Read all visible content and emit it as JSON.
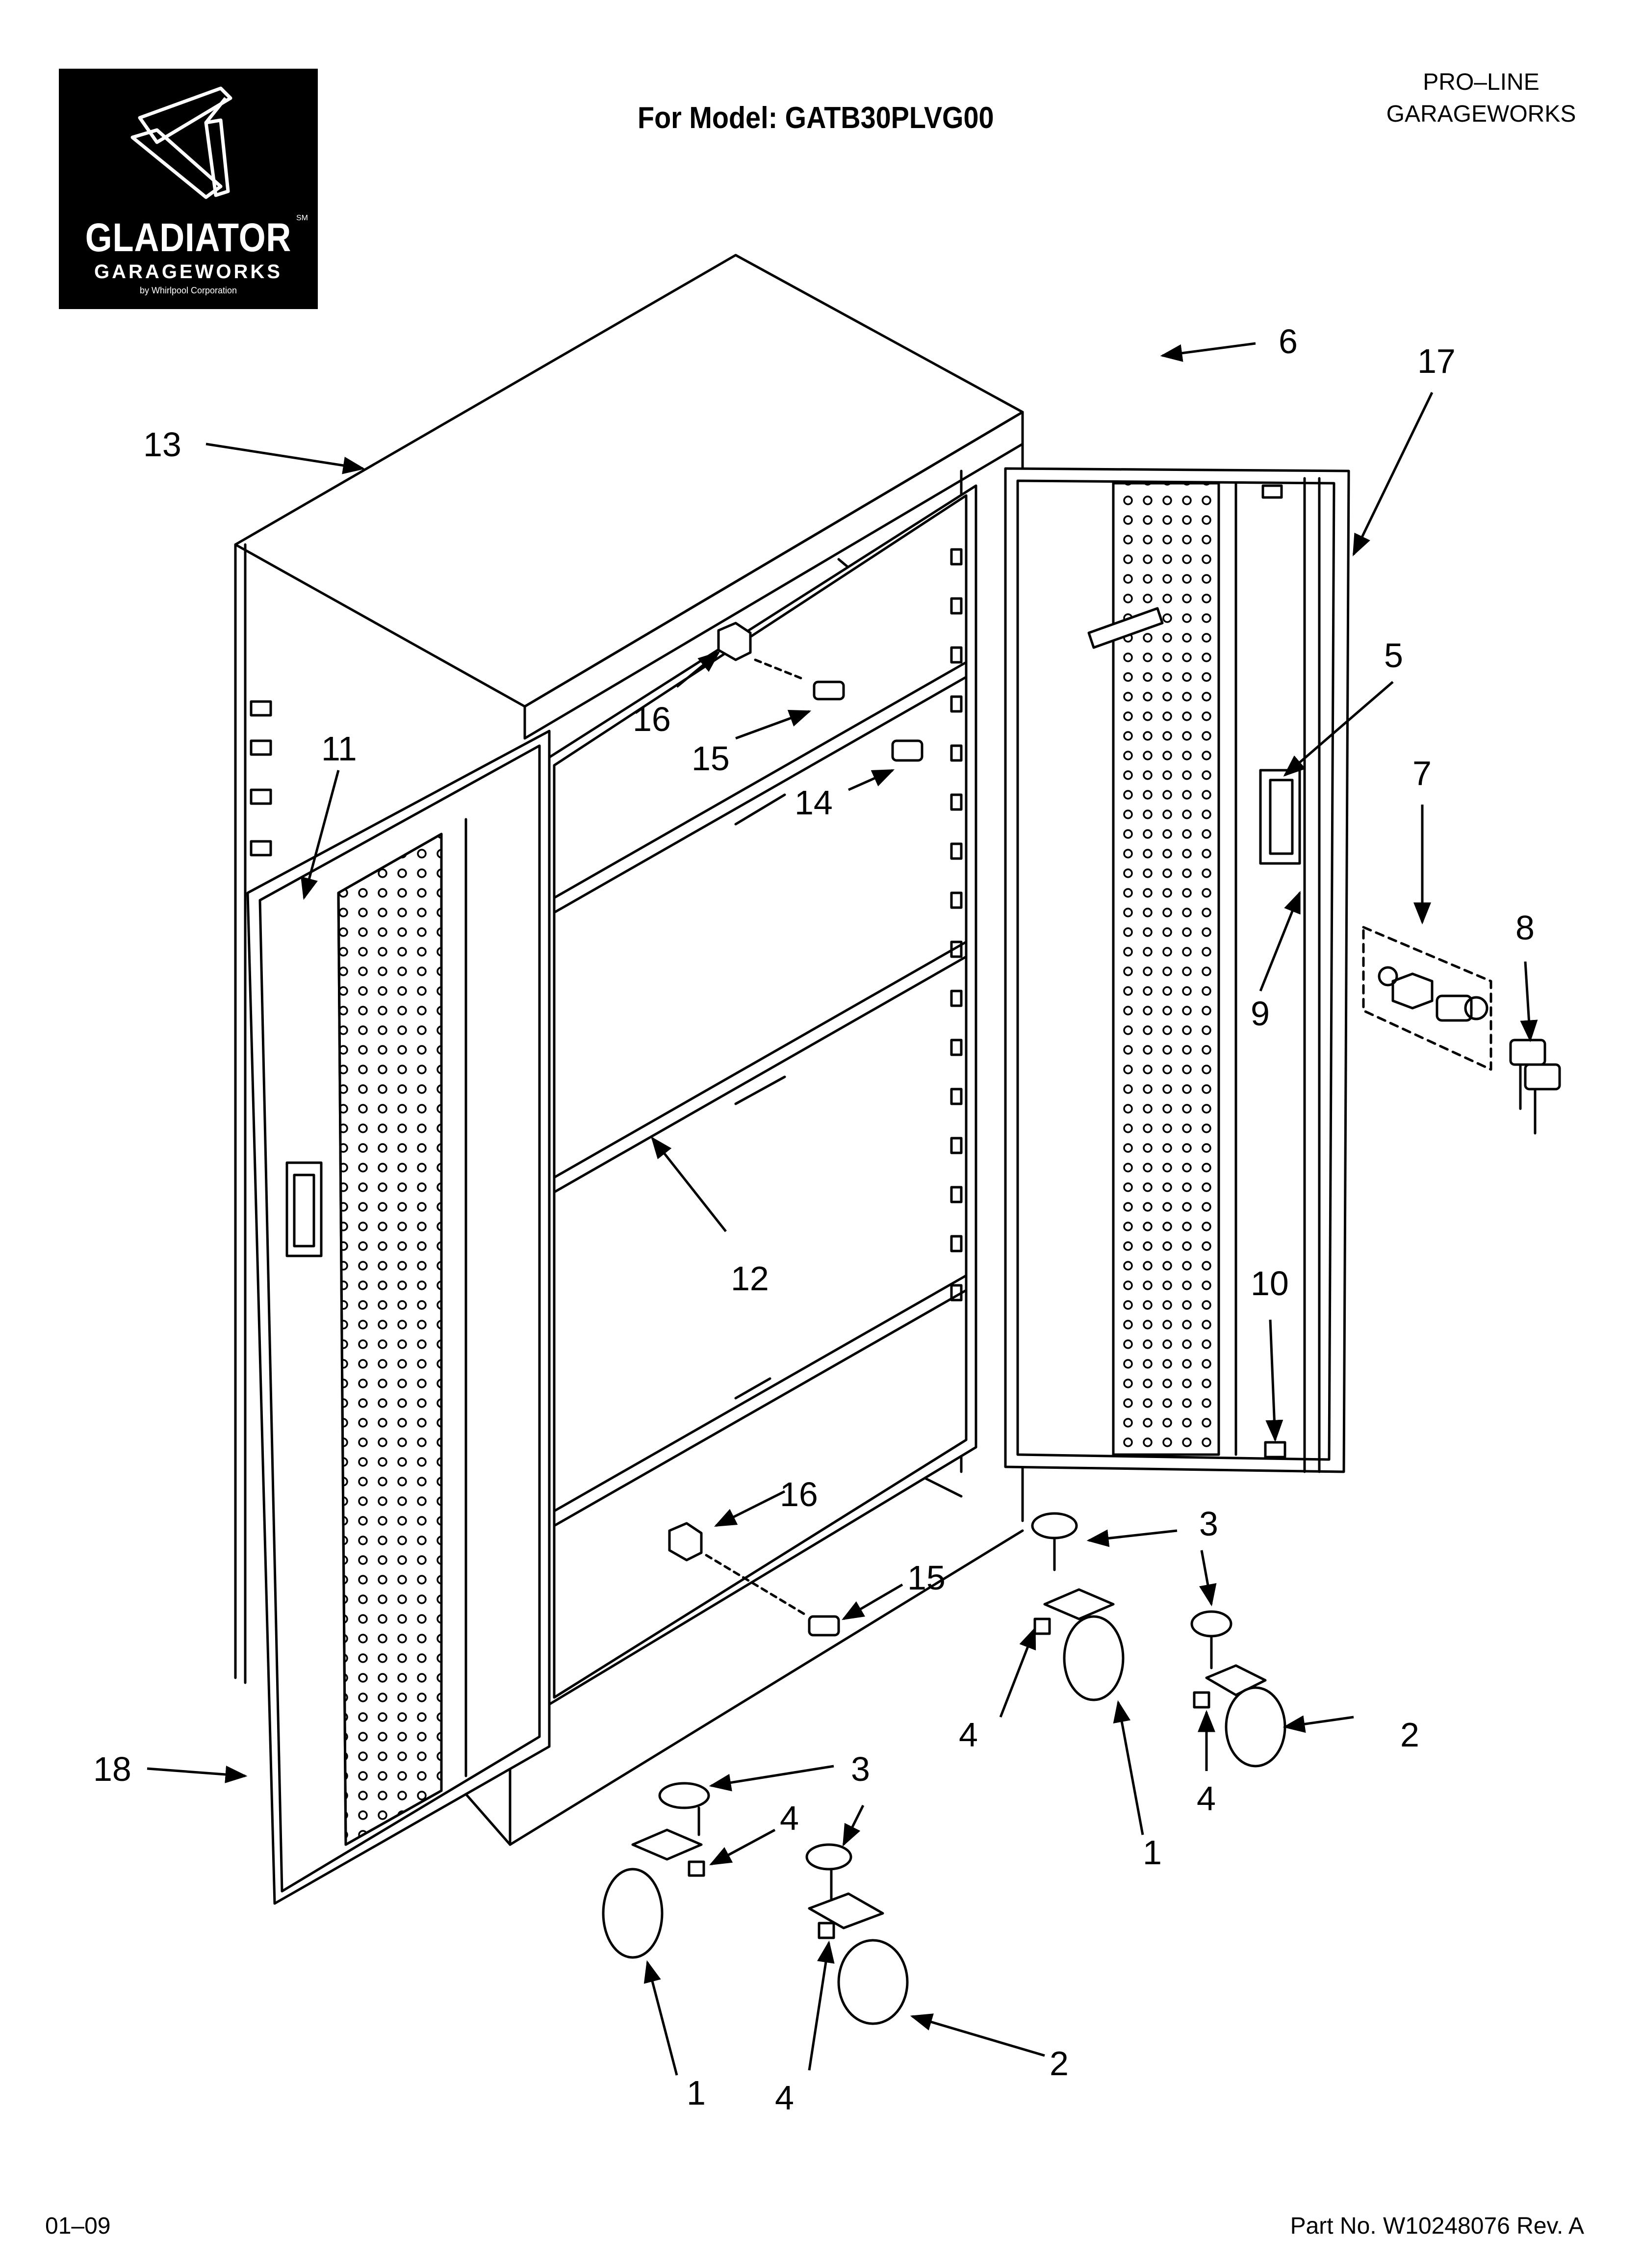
{
  "header": {
    "model_title": "For Model: GATB30PLVG00",
    "brand_line1": "PRO–LINE",
    "brand_line2": "GARAGEWORKS"
  },
  "logo": {
    "name": "GLADIATOR",
    "tm": "SM",
    "sub": "GARAGEWORKS",
    "by": "by Whirlpool Corporation"
  },
  "footer": {
    "date": "01–09",
    "part_number": "Part No. W10248076 Rev. A"
  },
  "callouts": [
    "13",
    "6",
    "17",
    "5",
    "16",
    "15",
    "14",
    "11",
    "7",
    "8",
    "9",
    "12",
    "10",
    "16",
    "3",
    "15",
    "18",
    "3",
    "4",
    "1",
    "4",
    "2",
    "4",
    "1",
    "1",
    "4",
    "2"
  ],
  "colors": {
    "ink": "#000000",
    "paper": "#ffffff"
  }
}
